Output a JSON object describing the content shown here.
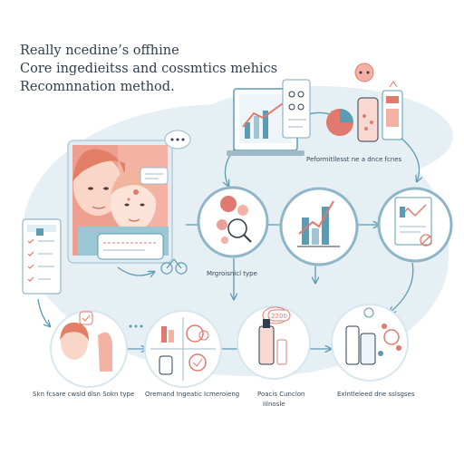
{
  "title": {
    "line1": "Really ncedine’s offhine",
    "line2": "Core ingedieitss and cossmtics mehics",
    "line3": "Recomnnation method."
  },
  "captions": {
    "skin_analysis": "Skn fcsare cwsld dlsn Sokn type",
    "ingredients": "Oremand Ingeatic  Icmeroieng",
    "product_recs": "Poacis Cunclon",
    "product_recs_2": "Iilnosle",
    "solutions": "Exlntleleed dne sslsgses",
    "skin_type_node": "Mrgroisnicl type",
    "performance": "Peformitllesst ne a dnce fcnes"
  },
  "icons": {
    "bubble": "2200"
  },
  "colors": {
    "background": "#ffffff",
    "blob": "#e6eff4",
    "teal": "#5b9bb3",
    "coral": "#e07a6e",
    "navy": "#2f3d4c"
  }
}
